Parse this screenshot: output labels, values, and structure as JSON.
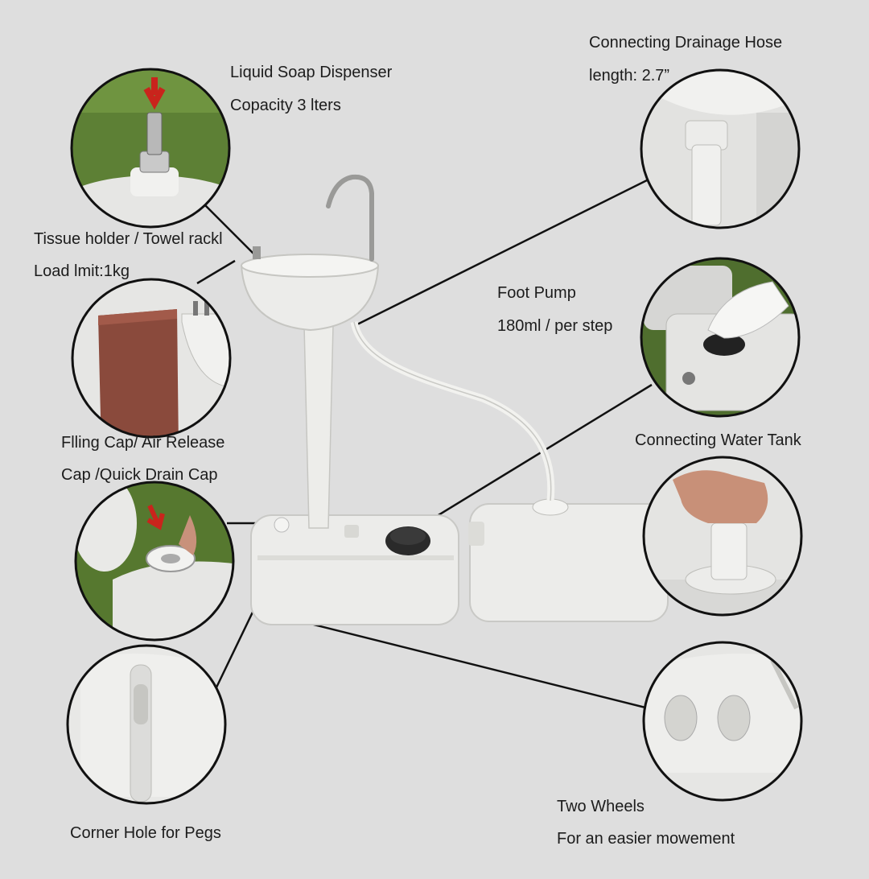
{
  "labels": {
    "soap_title": "Liquid Soap Dispenser",
    "soap_sub": "Copacity 3 lters",
    "hose_title": "Connecting Drainage Hose",
    "hose_sub": "length: 2.7”",
    "tissue_title": "Tissue holder / Towel rackl",
    "tissue_sub": "Load lmit:1kg",
    "pump_title": "Foot Pump",
    "pump_sub": "180ml / per step",
    "cap_title": "Flling Cap/ Air Release",
    "cap_sub": "Cap /Quick Drain Cap",
    "tank_title": "Connecting Water Tank",
    "wheels_title": "Two Wheels",
    "wheels_sub": "For an easier mowement",
    "pegs_title": "Corner Hole for Pegs"
  },
  "colors": {
    "background": "#dedede",
    "plastic": "#e9e9e6",
    "grass": "#5b7d34",
    "towel": "#8a4a3c",
    "callout_stroke": "#111111",
    "arrow_red": "#c9241c"
  }
}
